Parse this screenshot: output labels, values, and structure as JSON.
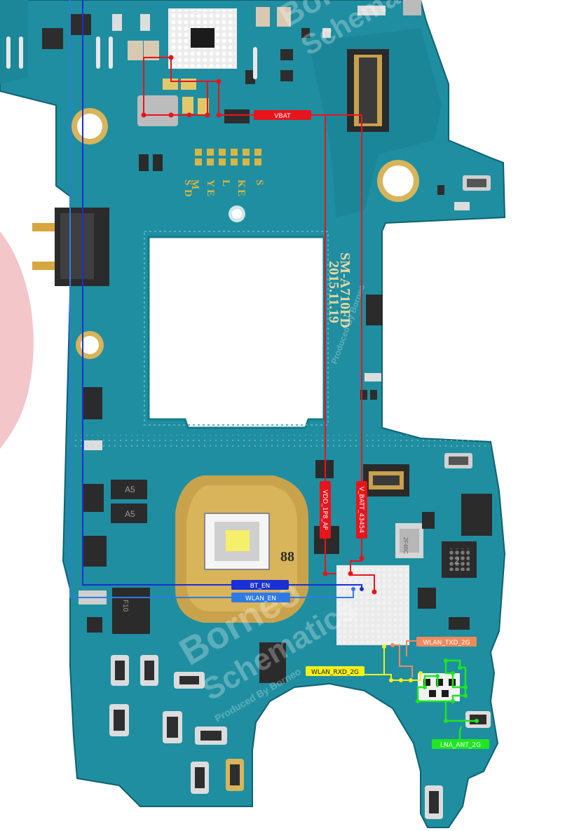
{
  "board": {
    "model": "SM-A710FD",
    "date": "2015.11.19",
    "silk_letters": [
      "S",
      "K",
      "L",
      "Y",
      "M",
      "E",
      "E",
      "S",
      "D"
    ],
    "component_marks": [
      "A5",
      "A5",
      "88",
      "F10",
      "2F48C",
      "2"
    ]
  },
  "watermark": {
    "line1": "Borneo",
    "line2": "Schematics",
    "tagline": "Produced By Borneo"
  },
  "nets": {
    "vbat": {
      "label": "VBAT",
      "color": "#e8141c"
    },
    "vdd_1p8_ap": {
      "label": "VDD_1P8_AP",
      "color": "#e8141c"
    },
    "v_batt_43454": {
      "label": "V_BATT_43454",
      "color": "#e8141c"
    },
    "bt_en": {
      "label": "BT_EN",
      "color": "#1a2fd6"
    },
    "wlan_en": {
      "label": "WLAN_EN",
      "color": "#2e7be6"
    },
    "wlan_txd_2g": {
      "label": "WLAN_TXD_2G",
      "color": "#f08a5c"
    },
    "wlan_rxd_2g": {
      "label": "WLAN_RXD_2G",
      "color": "#f5f01a"
    },
    "lna_ant_2g": {
      "label": "LNA_ANT_2G",
      "color": "#1fe61f"
    }
  },
  "colors": {
    "pcb": "#1f8ea0",
    "pcb_dark": "#156f80",
    "gold": "#d8b45a",
    "accent_pink": "#f3c6c9"
  }
}
